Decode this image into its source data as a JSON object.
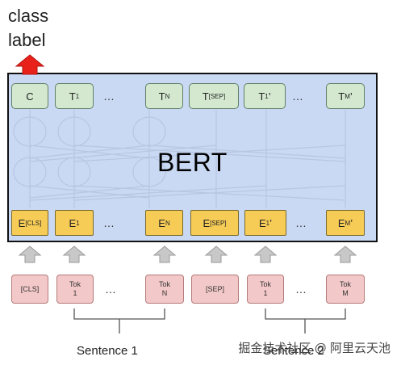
{
  "class_label": [
    "class",
    "label"
  ],
  "model_title": "BERT",
  "outputs": [
    {
      "main": "C",
      "sub": "",
      "prime": ""
    },
    {
      "main": "T",
      "sub": "1",
      "prime": ""
    },
    {
      "main": "…",
      "sub": "",
      "prime": ""
    },
    {
      "main": "T",
      "sub": "N",
      "prime": ""
    },
    {
      "main": "T",
      "sub": "[SEP]",
      "prime": ""
    },
    {
      "main": "T",
      "sub": "1",
      "prime": "’"
    },
    {
      "main": "…",
      "sub": "",
      "prime": ""
    },
    {
      "main": "T",
      "sub": "M",
      "prime": "’"
    }
  ],
  "embeddings": [
    {
      "main": "E",
      "sub": "[CLS]",
      "prime": ""
    },
    {
      "main": "E",
      "sub": "1",
      "prime": ""
    },
    {
      "main": "…",
      "sub": "",
      "prime": ""
    },
    {
      "main": "E",
      "sub": "N",
      "prime": ""
    },
    {
      "main": "E",
      "sub": "[SEP]",
      "prime": ""
    },
    {
      "main": "E",
      "sub": "1",
      "prime": "’"
    },
    {
      "main": "…",
      "sub": "",
      "prime": ""
    },
    {
      "main": "E",
      "sub": "M",
      "prime": "’"
    }
  ],
  "tokens": [
    {
      "line1": "[CLS]",
      "line2": ""
    },
    {
      "line1": "Tok",
      "line2": "1"
    },
    {
      "line1": "…",
      "line2": ""
    },
    {
      "line1": "Tok",
      "line2": "N"
    },
    {
      "line1": "[SEP]",
      "line2": ""
    },
    {
      "line1": "Tok",
      "line2": "1"
    },
    {
      "line1": "…",
      "line2": ""
    },
    {
      "line1": "Tok",
      "line2": "M"
    }
  ],
  "sentences": [
    "Sentence 1",
    "Sentence 2"
  ],
  "watermark": "掘金技术社区 @ 阿里云天池",
  "colors": {
    "bert_bg": "#c9d9f3",
    "output_box": "#d3e8cf",
    "embedding_box": "#f6cc57",
    "token_box": "#f3c8c8",
    "arrow_red": "#e8211b",
    "arrow_gray": "#c8c8c8"
  }
}
